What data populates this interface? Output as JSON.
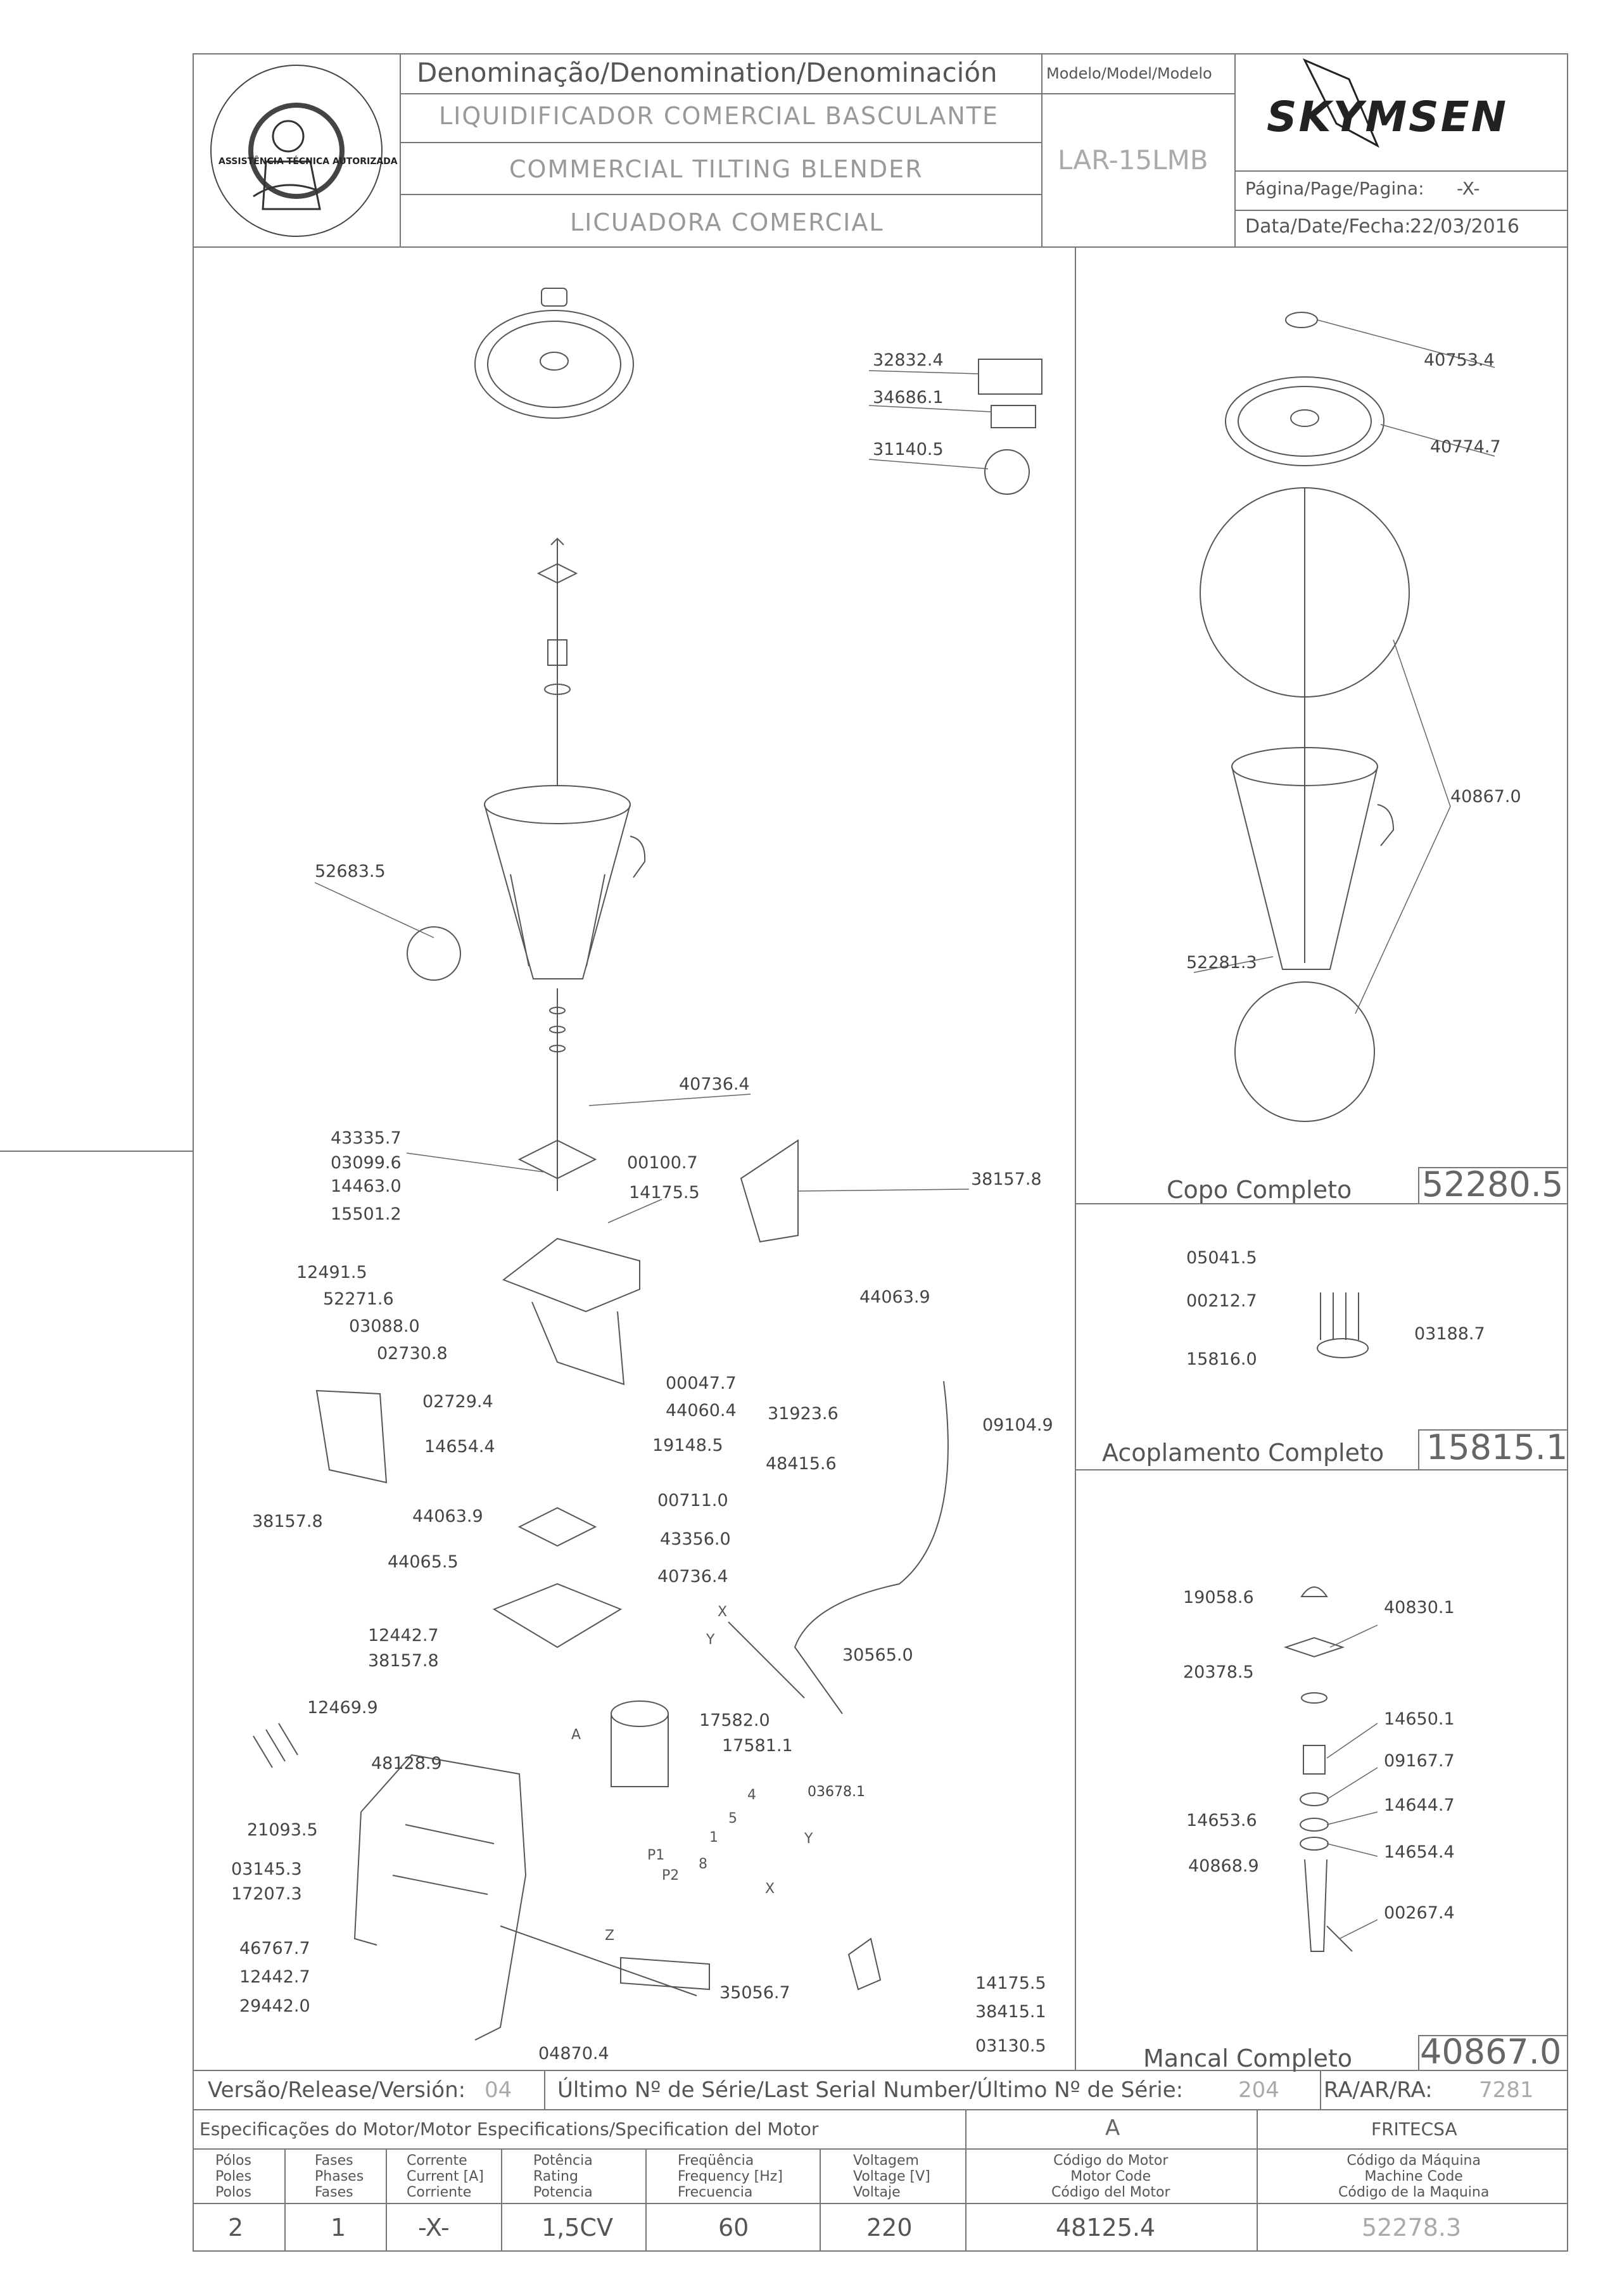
{
  "header": {
    "denomination_label": "Denominação/Denomination/Denominación",
    "model_label": "Modelo/Model/Modelo",
    "name_pt": "LIQUIDIFICADOR COMERCIAL BASCULANTE",
    "name_en": "COMMERCIAL TILTING BLENDER",
    "name_es": "LICUADORA COMERCIAL",
    "model": "LAR-15LMB",
    "brand": "SKYMSEN",
    "page_label": "Página/Page/Pagina:",
    "page_value": "-X-",
    "date_label": "Data/Date/Fecha:",
    "date_value": "22/03/2016",
    "seal_text": "ASSISTÊNCIA TÉCNICA AUTORIZADA"
  },
  "main_parts": [
    {
      "id": "p01",
      "label": "32832.4"
    },
    {
      "id": "p02",
      "label": "34686.1"
    },
    {
      "id": "p03",
      "label": "31140.5"
    },
    {
      "id": "p04",
      "label": "52683.5"
    },
    {
      "id": "p05",
      "label": "40736.4"
    },
    {
      "id": "p06",
      "label": "43335.7"
    },
    {
      "id": "p07",
      "label": "03099.6"
    },
    {
      "id": "p08",
      "label": "00100.7"
    },
    {
      "id": "p09",
      "label": "14463.0"
    },
    {
      "id": "p10",
      "label": "14175.5"
    },
    {
      "id": "p11",
      "label": "15501.2"
    },
    {
      "id": "p12",
      "label": "38157.8"
    },
    {
      "id": "p13",
      "label": "12491.5"
    },
    {
      "id": "p14",
      "label": "52271.6"
    },
    {
      "id": "p15",
      "label": "03088.0"
    },
    {
      "id": "p16",
      "label": "02730.8"
    },
    {
      "id": "p17",
      "label": "44063.9"
    },
    {
      "id": "p18",
      "label": "00047.7"
    },
    {
      "id": "p19",
      "label": "02729.4"
    },
    {
      "id": "p20",
      "label": "44060.4"
    },
    {
      "id": "p21",
      "label": "31923.6"
    },
    {
      "id": "p22",
      "label": "09104.9"
    },
    {
      "id": "p23",
      "label": "19148.5"
    },
    {
      "id": "p24",
      "label": "14654.4"
    },
    {
      "id": "p25",
      "label": "48415.6"
    },
    {
      "id": "p26",
      "label": "00711.0"
    },
    {
      "id": "p27",
      "label": "38157.8"
    },
    {
      "id": "p28",
      "label": "44063.9"
    },
    {
      "id": "p29",
      "label": "43356.0"
    },
    {
      "id": "p30",
      "label": "40736.4"
    },
    {
      "id": "p31",
      "label": "44065.5"
    },
    {
      "id": "p32",
      "label": "12442.7"
    },
    {
      "id": "p33",
      "label": "38157.8"
    },
    {
      "id": "p34",
      "label": "30565.0"
    },
    {
      "id": "p35",
      "label": "17582.0"
    },
    {
      "id": "p36",
      "label": "17581.1"
    },
    {
      "id": "p37",
      "label": "12469.9"
    },
    {
      "id": "p38",
      "label": "48128.9"
    },
    {
      "id": "p39",
      "label": "03678.1"
    },
    {
      "id": "p40",
      "label": "21093.5"
    },
    {
      "id": "p41",
      "label": "03145.3"
    },
    {
      "id": "p42",
      "label": "17207.3"
    },
    {
      "id": "p43",
      "label": "46767.7"
    },
    {
      "id": "p44",
      "label": "12442.7"
    },
    {
      "id": "p45",
      "label": "29442.0"
    },
    {
      "id": "p46",
      "label": "35056.7"
    },
    {
      "id": "p47",
      "label": "14175.5"
    },
    {
      "id": "p48",
      "label": "38415.1"
    },
    {
      "id": "p49",
      "label": "04870.4"
    },
    {
      "id": "p50",
      "label": "03130.5"
    }
  ],
  "wire_marks": [
    "X",
    "Y",
    "A",
    "4",
    "5",
    "Y",
    "P1",
    "P2",
    "8",
    "1",
    "X",
    "Z"
  ],
  "copo": {
    "title": "Copo Completo",
    "code": "52280.5",
    "parts": [
      {
        "id": "c1",
        "label": "40753.4"
      },
      {
        "id": "c2",
        "label": "40774.7"
      },
      {
        "id": "c3",
        "label": "40867.0"
      },
      {
        "id": "c4",
        "label": "52281.3"
      }
    ]
  },
  "acoplamento": {
    "title": "Acoplamento Completo",
    "code": "15815.1",
    "parts": [
      {
        "id": "a1",
        "label": "05041.5"
      },
      {
        "id": "a2",
        "label": "00212.7"
      },
      {
        "id": "a3",
        "label": "03188.7"
      },
      {
        "id": "a4",
        "label": "15816.0"
      }
    ]
  },
  "mancal": {
    "title": "Mancal Completo",
    "code": "40867.0",
    "parts": [
      {
        "id": "m1",
        "label": "19058.6"
      },
      {
        "id": "m2",
        "label": "40830.1"
      },
      {
        "id": "m3",
        "label": "20378.5"
      },
      {
        "id": "m4",
        "label": "14650.1"
      },
      {
        "id": "m5",
        "label": "09167.7"
      },
      {
        "id": "m6",
        "label": "14644.7"
      },
      {
        "id": "m7",
        "label": "14653.6"
      },
      {
        "id": "m8",
        "label": "14654.4"
      },
      {
        "id": "m9",
        "label": "40868.9"
      },
      {
        "id": "m10",
        "label": "00267.4"
      }
    ]
  },
  "footer": {
    "version_label": "Versão/Release/Versión:",
    "version_value": "04",
    "serial_label": "Último Nº de Série/Last Serial Number/Último Nº de Série:",
    "serial_value": "204",
    "ra_label": "RA/AR/RA:",
    "ra_value": "7281",
    "motor_spec_label": "Especificações do Motor/Motor Especifications/Specification del Motor",
    "motor_col_a": "A",
    "motor_manufacturer": "FRITECSA",
    "col_headers": [
      [
        "Pólos",
        "Poles",
        "Polos"
      ],
      [
        "Fases",
        "Phases",
        "Fases"
      ],
      [
        "Corrente",
        "Current [A]",
        "Corriente"
      ],
      [
        "Potência",
        "Rating",
        "Potencia"
      ],
      [
        "Freqüência",
        "Frequency [Hz]",
        "Frecuencia"
      ],
      [
        "Voltagem",
        "Voltage [V]",
        "Voltaje"
      ],
      [
        "Código do Motor",
        "Motor Code",
        "Código del Motor"
      ],
      [
        "Código da Máquina",
        "Machine Code",
        "Código de la Maquina"
      ]
    ],
    "values": [
      "2",
      "1",
      "-X-",
      "1,5CV",
      "60",
      "220",
      "48125.4",
      "52278.3"
    ]
  }
}
